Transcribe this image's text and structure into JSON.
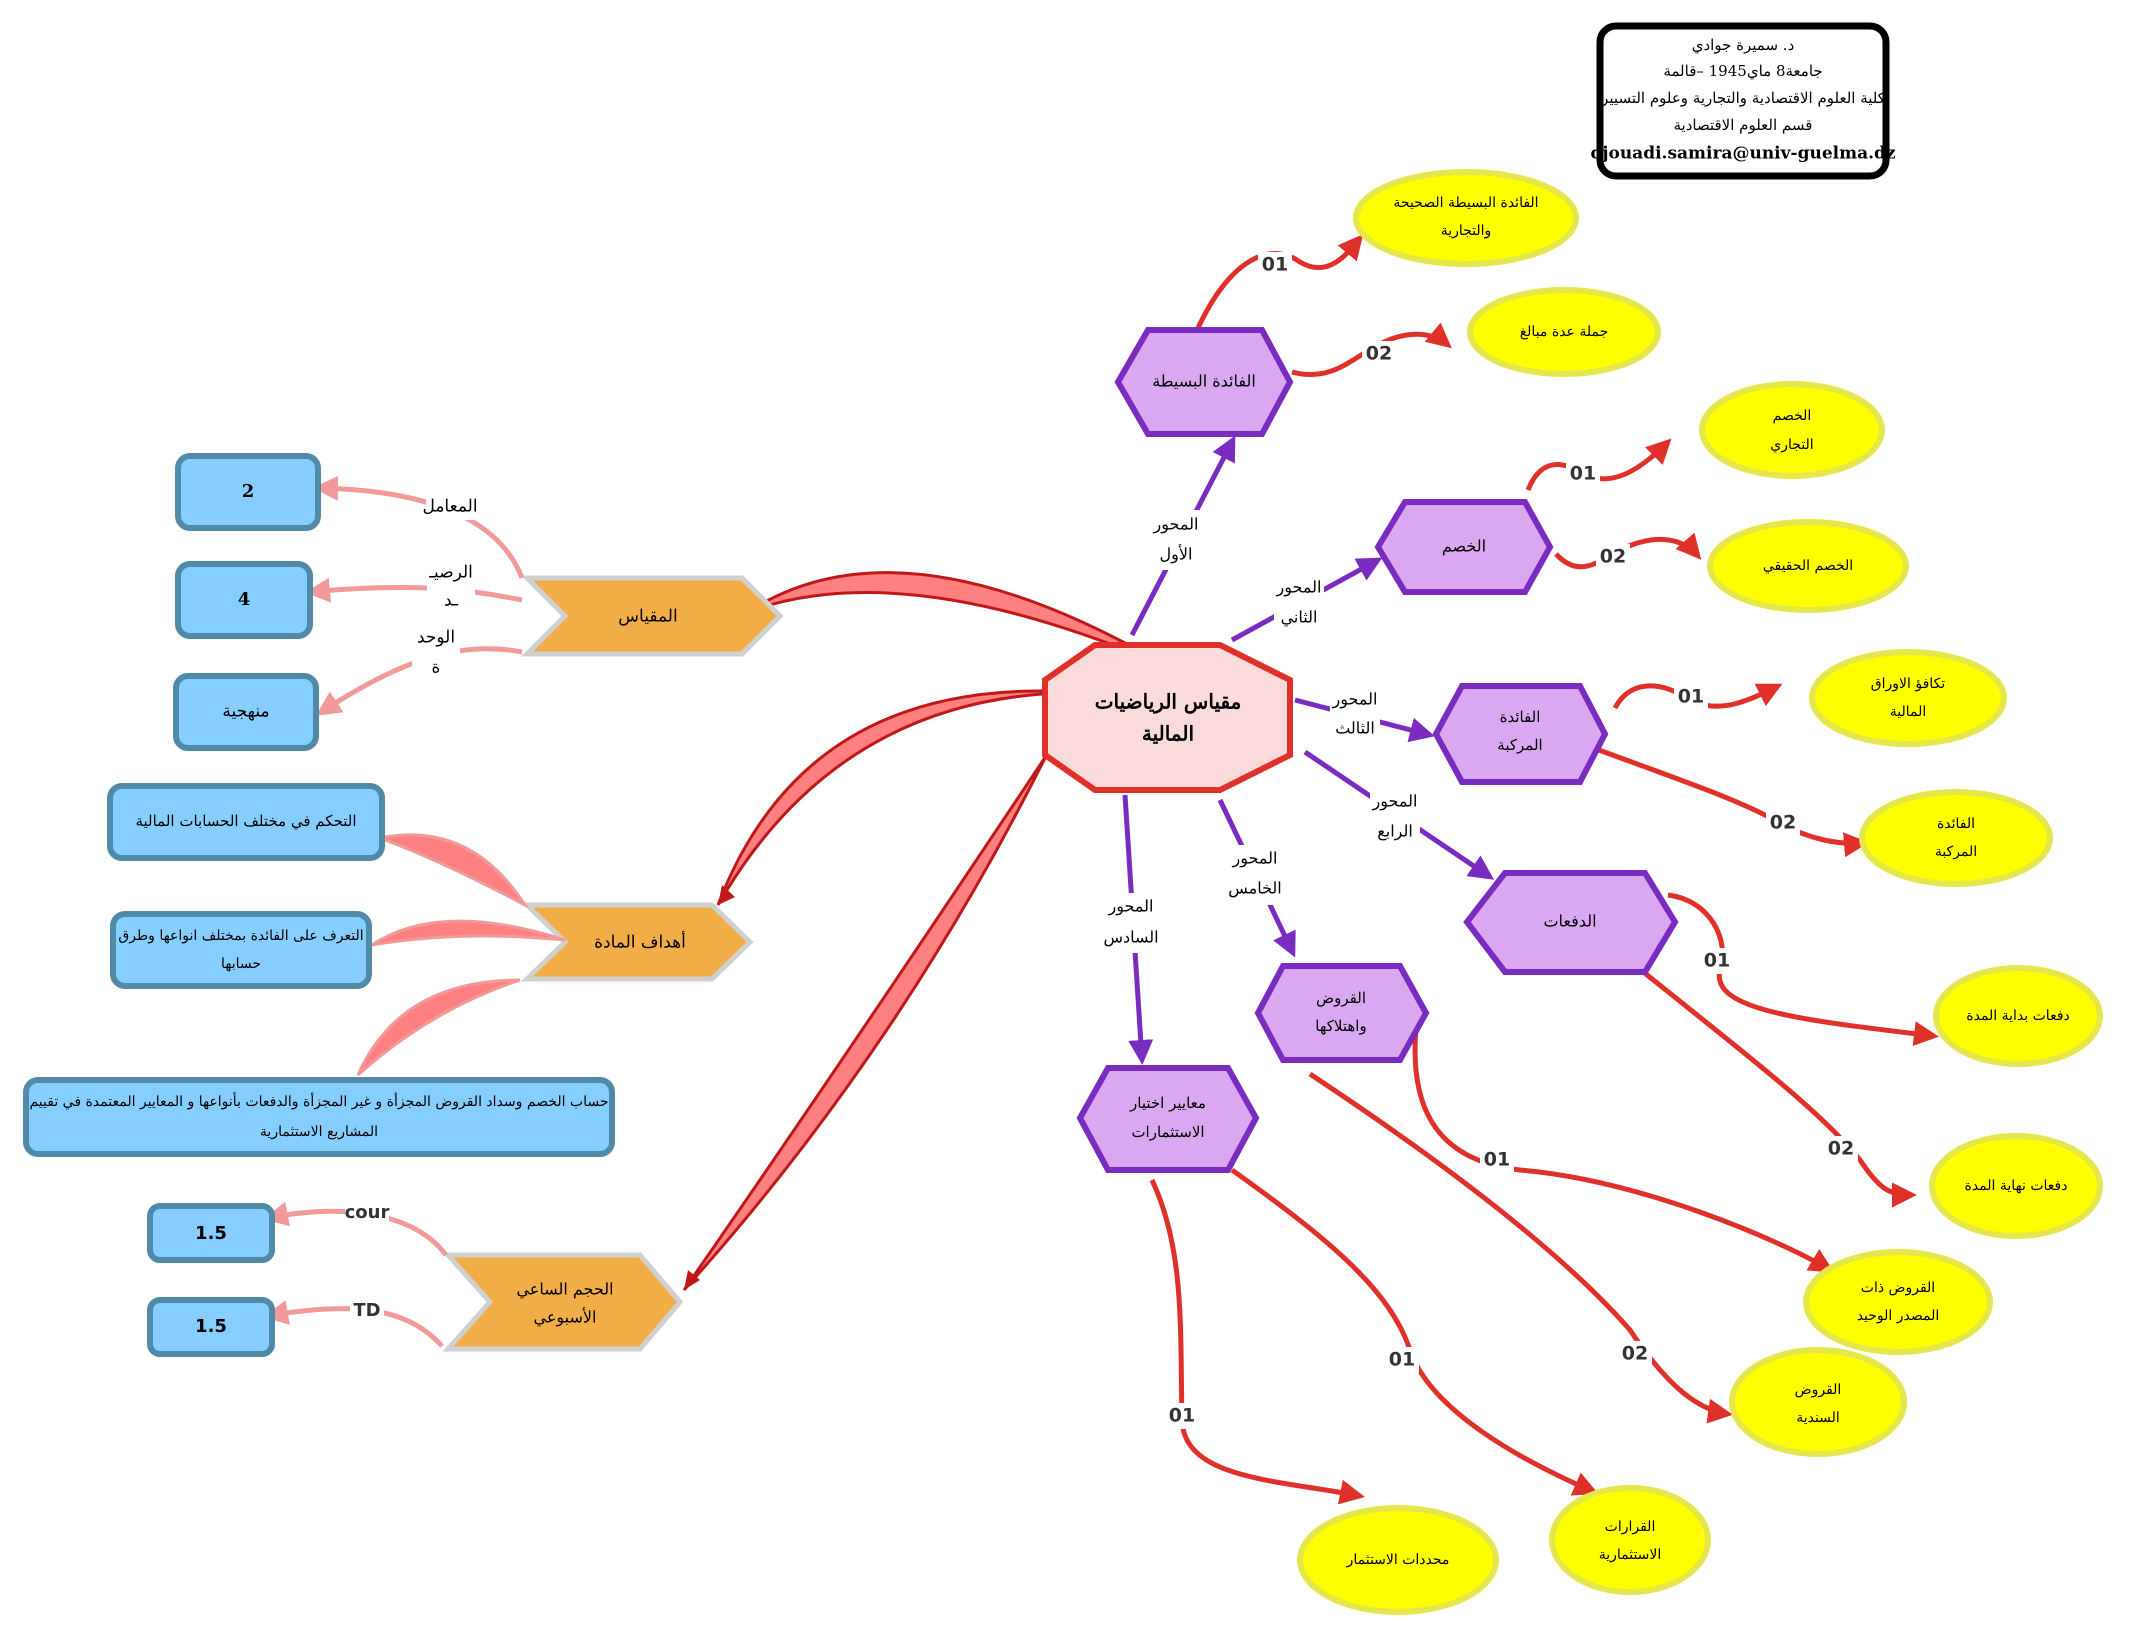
{
  "colors": {
    "center_fill": "#FADADA",
    "center_stroke": "#E0302A",
    "hex_fill": "#D9A8F0",
    "hex_stroke": "#7A2BC0",
    "ellipse_fill": "#FFFF00",
    "ellipse_stroke": "#E6E64D",
    "box_fill": "#86CEFF",
    "box_stroke": "#4F8AA8",
    "orange_fill": "#F1AE46",
    "orange_stroke": "#D0D0D0",
    "red_arrow": "#E0302A",
    "purple_arrow": "#7A2BC0",
    "pink_arrow": "#F29A9A"
  },
  "header_box": {
    "line1": "د. سميرة جوادي",
    "line2": "جامعة8  ماي1945 –قالمة",
    "line3": "كلية العلوم الاقتصادية والتجارية وعلوم التسيير",
    "line4": "قسم العلوم الاقتصادية",
    "line5": "djouadi.samira@univ-guelma.dz"
  },
  "center": {
    "line1": "مقياس الرياضيات",
    "line2": "المالية"
  },
  "axes": [
    {
      "line1": "المحور",
      "line2": "الأول",
      "title": "الفائدة البسيطة",
      "subs": [
        {
          "num": "01",
          "lines": [
            "الفائدة البسيطة الصحيحة",
            "والتجارية"
          ]
        },
        {
          "num": "02",
          "lines": [
            "جملة عدة مبالغ"
          ]
        }
      ]
    },
    {
      "line1": "المحور",
      "line2": "الثاني",
      "title": "الخصم",
      "subs": [
        {
          "num": "01",
          "lines": [
            "الخصم",
            "التجاري"
          ]
        },
        {
          "num": "02",
          "lines": [
            "الخصم الحقيقي"
          ]
        }
      ]
    },
    {
      "line1": "المحور",
      "line2": "الثالث",
      "title_l1": "الفائدة",
      "title_l2": "المركبة",
      "subs": [
        {
          "num": "01",
          "lines": [
            "تكافؤ الاوراق",
            "المالية"
          ]
        },
        {
          "num": "02",
          "lines": [
            "الفائدة",
            "المركبة"
          ]
        }
      ]
    },
    {
      "line1": "المحور",
      "line2": "الرابع",
      "title": "الدفعات",
      "subs": [
        {
          "num": "01",
          "lines": [
            "دفعات بداية المدة"
          ]
        },
        {
          "num": "02",
          "lines": [
            "دفعات نهاية المدة"
          ]
        }
      ]
    },
    {
      "line1": "المحور",
      "line2": "الخامس",
      "title_l1": "القروض",
      "title_l2": "واهتلاكها",
      "subs": [
        {
          "num": "01",
          "lines": [
            "القروض ذات",
            "المصدر الوحيد"
          ]
        },
        {
          "num": "02",
          "lines": [
            "القروض",
            "السندية"
          ]
        }
      ]
    },
    {
      "line1": "المحور",
      "line2": "السادس",
      "title_l1": "معايير اختيار",
      "title_l2": "الاستثمارات",
      "subs": [
        {
          "num": "01",
          "lines": [
            "محددات الاستثمار"
          ]
        },
        {
          "num": "01",
          "lines": [
            "القرارات",
            "الاستثمارية"
          ]
        }
      ]
    }
  ],
  "left": {
    "miqyas": {
      "title": "المقياس",
      "items": [
        {
          "label": "المعامل",
          "value": "2"
        },
        {
          "label_l1": "الرصيـ",
          "label_l2": "ـد",
          "value": "4"
        },
        {
          "label_l1": "الوحد",
          "label_l2": "ة",
          "value": "منهجية"
        }
      ]
    },
    "goals": {
      "title": "أهداف المادة",
      "items": [
        {
          "lines": [
            "التحكم في مختلف الحسابات المالية"
          ]
        },
        {
          "lines": [
            "التعرف على الفائدة بمختلف انواعها وطرق",
            "حسابها"
          ]
        },
        {
          "lines": [
            "حساب الخصم وسداد القروض المجزأة و غير المجزأة والدفعات بأنواعها و المعايير المعتمدة في تقييم",
            "المشاريع الاستثمارية"
          ]
        }
      ]
    },
    "hours": {
      "title_l1": "الحجم الساعي",
      "title_l2": "الأسبوعي",
      "items": [
        {
          "label": "cour",
          "value": "1.5"
        },
        {
          "label": "TD",
          "value": "1.5"
        }
      ]
    }
  }
}
